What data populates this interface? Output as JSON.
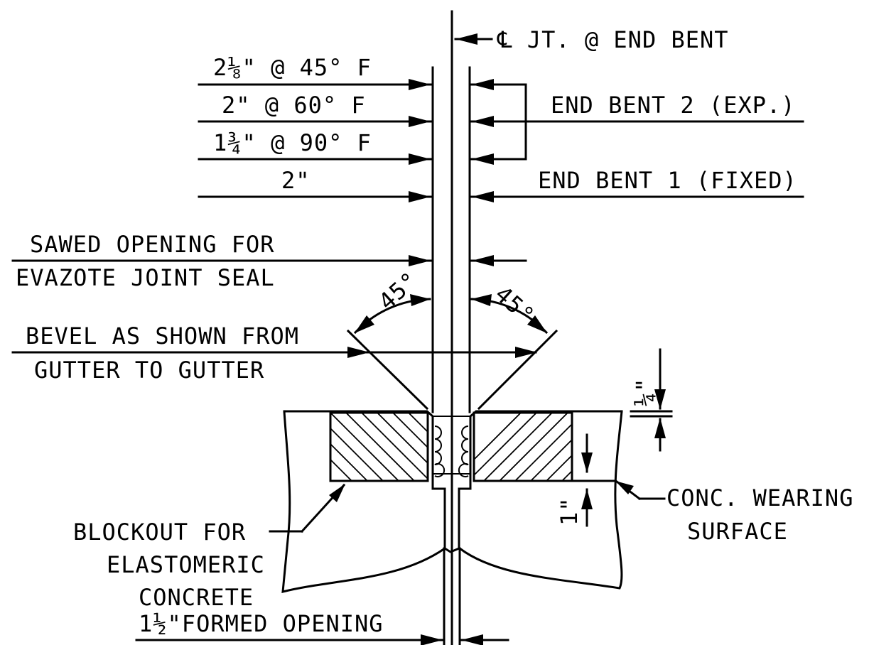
{
  "labels": {
    "centerline": "℄ JT. @ END BENT",
    "gap_45f": "2⅛\" @ 45° F",
    "gap_60f": "2\" @ 60° F",
    "gap_90f": "1¾\" @ 90° F",
    "gap_fixed": "2\"",
    "end_bent_2": "END BENT 2 (EXP.)",
    "end_bent_1": "END BENT 1 (FIXED)",
    "sawed_line1": "SAWED OPENING FOR",
    "sawed_line2": "EVAZOTE JOINT SEAL",
    "angle_left": "45°",
    "angle_right": "45°",
    "bevel_line1": "BEVEL AS SHOWN FROM",
    "bevel_line2": "GUTTER TO GUTTER",
    "dim_quarter": "¼\"",
    "dim_one": "1\"",
    "wearing_line1": "CONC. WEARING",
    "wearing_line2": "SURFACE",
    "blockout_line1": "BLOCKOUT FOR",
    "blockout_line2": "ELASTOMERIC",
    "blockout_line3": "CONCRETE",
    "formed_opening": "1½\"FORMED OPENING"
  }
}
